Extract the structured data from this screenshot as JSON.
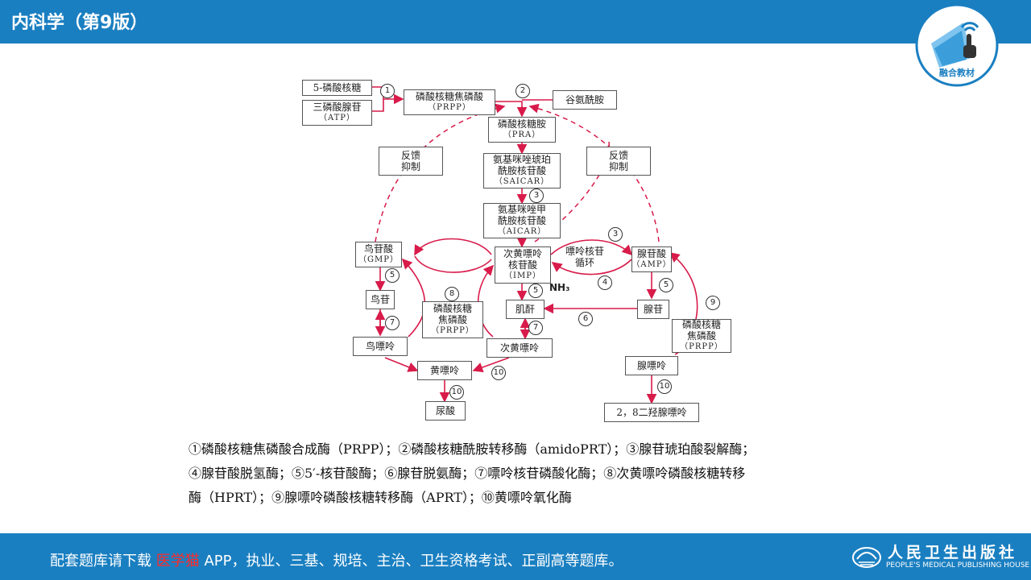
{
  "header": {
    "title": "内科学（第9版）",
    "badge_text": "融合教材"
  },
  "diagram": {
    "nodes": {
      "r5p": "5-磷酸核糖",
      "atp_1": "三磷酸腺苷",
      "atp_2": "（ATP）",
      "prpp_1": "磷酸核糖焦磷酸",
      "prpp_2": "（PRPP）",
      "gln": "谷氨酰胺",
      "pra_1": "磷酸核糖胺",
      "pra_2": "（PRA）",
      "saicar_1": "氨基咪唑琥珀",
      "saicar_2": "酰胺核苷酸",
      "saicar_3": "（SAICAR）",
      "aicar_1": "氨基咪唑甲",
      "aicar_2": "酰胺核苷酸",
      "aicar_3": "（AICAR）",
      "imp_1": "次黄嘌呤",
      "imp_2": "核苷酸",
      "imp_3": "（IMP）",
      "gmp_1": "鸟苷酸",
      "gmp_2": "（GMP）",
      "amp_1": "腺苷酸",
      "amp_2": "（AMP）",
      "guanosine": "鸟苷",
      "inosine": "肌酐",
      "adenosine": "腺苷",
      "guanine": "鸟嘌呤",
      "hypoxanthine": "次黄嘌呤",
      "adenine": "腺嘌呤",
      "xanthine": "黄嘌呤",
      "uric_acid": "尿酸",
      "dha": "2，8二羟腺嘌呤",
      "prpp_l_1": "磷酸核糖",
      "prpp_l_2": "焦磷酸",
      "prpp_l_3": "（PRPP）",
      "prpp_r_1": "磷酸核糖",
      "prpp_r_2": "焦磷酸",
      "prpp_r_3": "（PRPP）",
      "fb_left_1": "反馈",
      "fb_left_2": "抑制",
      "fb_right_1": "反馈",
      "fb_right_2": "抑制",
      "cycle_1": "嘌呤核苷",
      "cycle_2": "循环",
      "nh3": "NH₃"
    },
    "enzyme_marks": {
      "n1": "1",
      "n2": "2",
      "n3a": "3",
      "n3b": "3",
      "n4": "4",
      "n5a": "5",
      "n5b": "5",
      "n5c": "5",
      "n6": "6",
      "n7a": "7",
      "n7b": "7",
      "n8": "8",
      "n9": "9",
      "n10a": "10",
      "n10b": "10",
      "n10c": "10"
    },
    "colors": {
      "arrow": "#d81b4a",
      "box_border": "#555555"
    }
  },
  "legend": {
    "line1": "①磷酸核糖焦磷酸合成酶（PRPP）；②磷酸核糖酰胺转移酶（amidoPRT）；③腺苷琥珀酸裂解酶；",
    "line2": "④腺苷酸脱氢酶；⑤5′-核苷酸酶；⑥腺苷脱氨酶；⑦嘌呤核苷磷酸化酶；⑧次黄嘌呤磷酸核糖转移",
    "line3": "酶（HPRT）；⑨腺嘌呤磷酸核糖转移酶（APRT）；⑩黄嘌呤氧化酶"
  },
  "footer": {
    "text_before": "配套题库请下载 ",
    "highlight": "医学猫",
    "text_after": " APP，执业、三基、规培、主治、卫生资格考试、正副高等题库。",
    "highlight_color": "#ff2a2a",
    "publisher": "人民卫生出版社",
    "publisher_en": "PEOPLE'S MEDICAL PUBLISHING HOUSE"
  }
}
